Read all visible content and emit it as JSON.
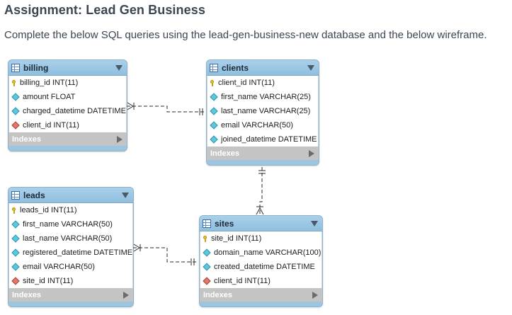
{
  "page": {
    "title": "Assignment: Lead Gen Business",
    "description": "Complete the below SQL queries using the lead-gen-business-new database and the below wireframe."
  },
  "tables": {
    "billing": {
      "name": "billing",
      "columns": [
        {
          "text": "billing_id INT(11)",
          "kind": "pk"
        },
        {
          "text": "amount FLOAT",
          "kind": "attr"
        },
        {
          "text": "charged_datetime DATETIME",
          "kind": "attr"
        },
        {
          "text": "client_id INT(11)",
          "kind": "fk"
        }
      ],
      "indexes_label": "Indexes"
    },
    "clients": {
      "name": "clients",
      "columns": [
        {
          "text": "client_id INT(11)",
          "kind": "pk"
        },
        {
          "text": "first_name VARCHAR(25)",
          "kind": "attr"
        },
        {
          "text": "last_name VARCHAR(25)",
          "kind": "attr"
        },
        {
          "text": "email VARCHAR(50)",
          "kind": "attr"
        },
        {
          "text": "joined_datetime DATETIME",
          "kind": "attr"
        }
      ],
      "indexes_label": "Indexes"
    },
    "leads": {
      "name": "leads",
      "columns": [
        {
          "text": "leads_id INT(11)",
          "kind": "pk"
        },
        {
          "text": "first_name VARCHAR(50)",
          "kind": "attr"
        },
        {
          "text": "last_name VARCHAR(50)",
          "kind": "attr"
        },
        {
          "text": "registered_datetime DATETIME",
          "kind": "attr"
        },
        {
          "text": "email VARCHAR(50)",
          "kind": "attr"
        },
        {
          "text": "site_id INT(11)",
          "kind": "fk"
        }
      ],
      "indexes_label": "Indexes"
    },
    "sites": {
      "name": "sites",
      "columns": [
        {
          "text": "site_id INT(11)",
          "kind": "pk"
        },
        {
          "text": "domain_name VARCHAR(100)",
          "kind": "attr"
        },
        {
          "text": "created_datetime DATETIME",
          "kind": "attr"
        },
        {
          "text": "client_id INT(11)",
          "kind": "fk"
        }
      ],
      "indexes_label": "Indexes"
    }
  },
  "colors": {
    "header_blue": "#9ec5e0",
    "footer_gray": "#c4c4c4",
    "pk_key": "#e9c21a",
    "attr_diamond": "#5fc7dd",
    "fk_diamond": "#e0786e",
    "relation_line": "#2b2b2b"
  },
  "icons": {
    "table": "table-grid-icon",
    "primary_key": "key-icon",
    "attribute": "cyan-diamond-icon",
    "foreign_key": "red-diamond-icon",
    "collapse": "triangle-down-icon",
    "expand": "triangle-right-icon"
  }
}
